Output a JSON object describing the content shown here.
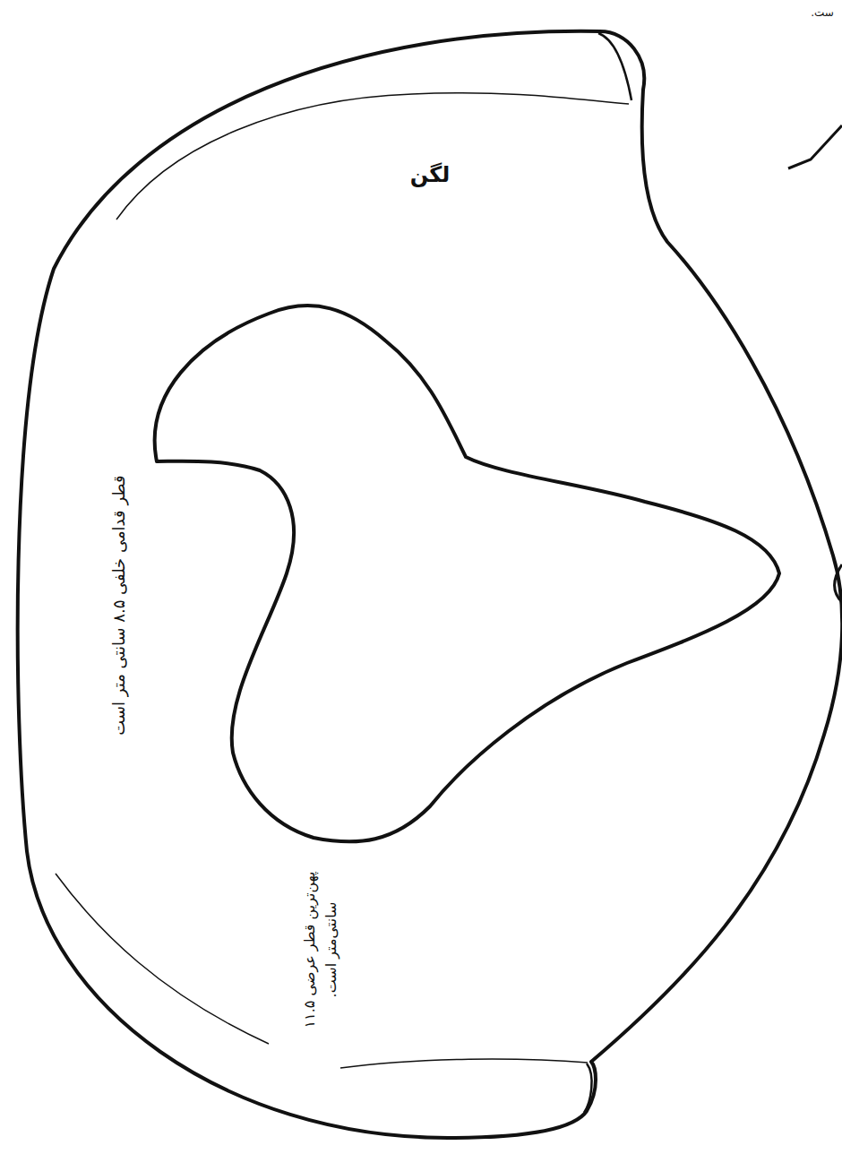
{
  "diagram": {
    "labels": [
      "ست.",
      "لگن",
      "قطر قدامی خلفی ۸.۵ سانتی متر است",
      "پهن‌ترین قطر عرضی ۱۱.۵ سانتی‌متر است."
    ]
  }
}
